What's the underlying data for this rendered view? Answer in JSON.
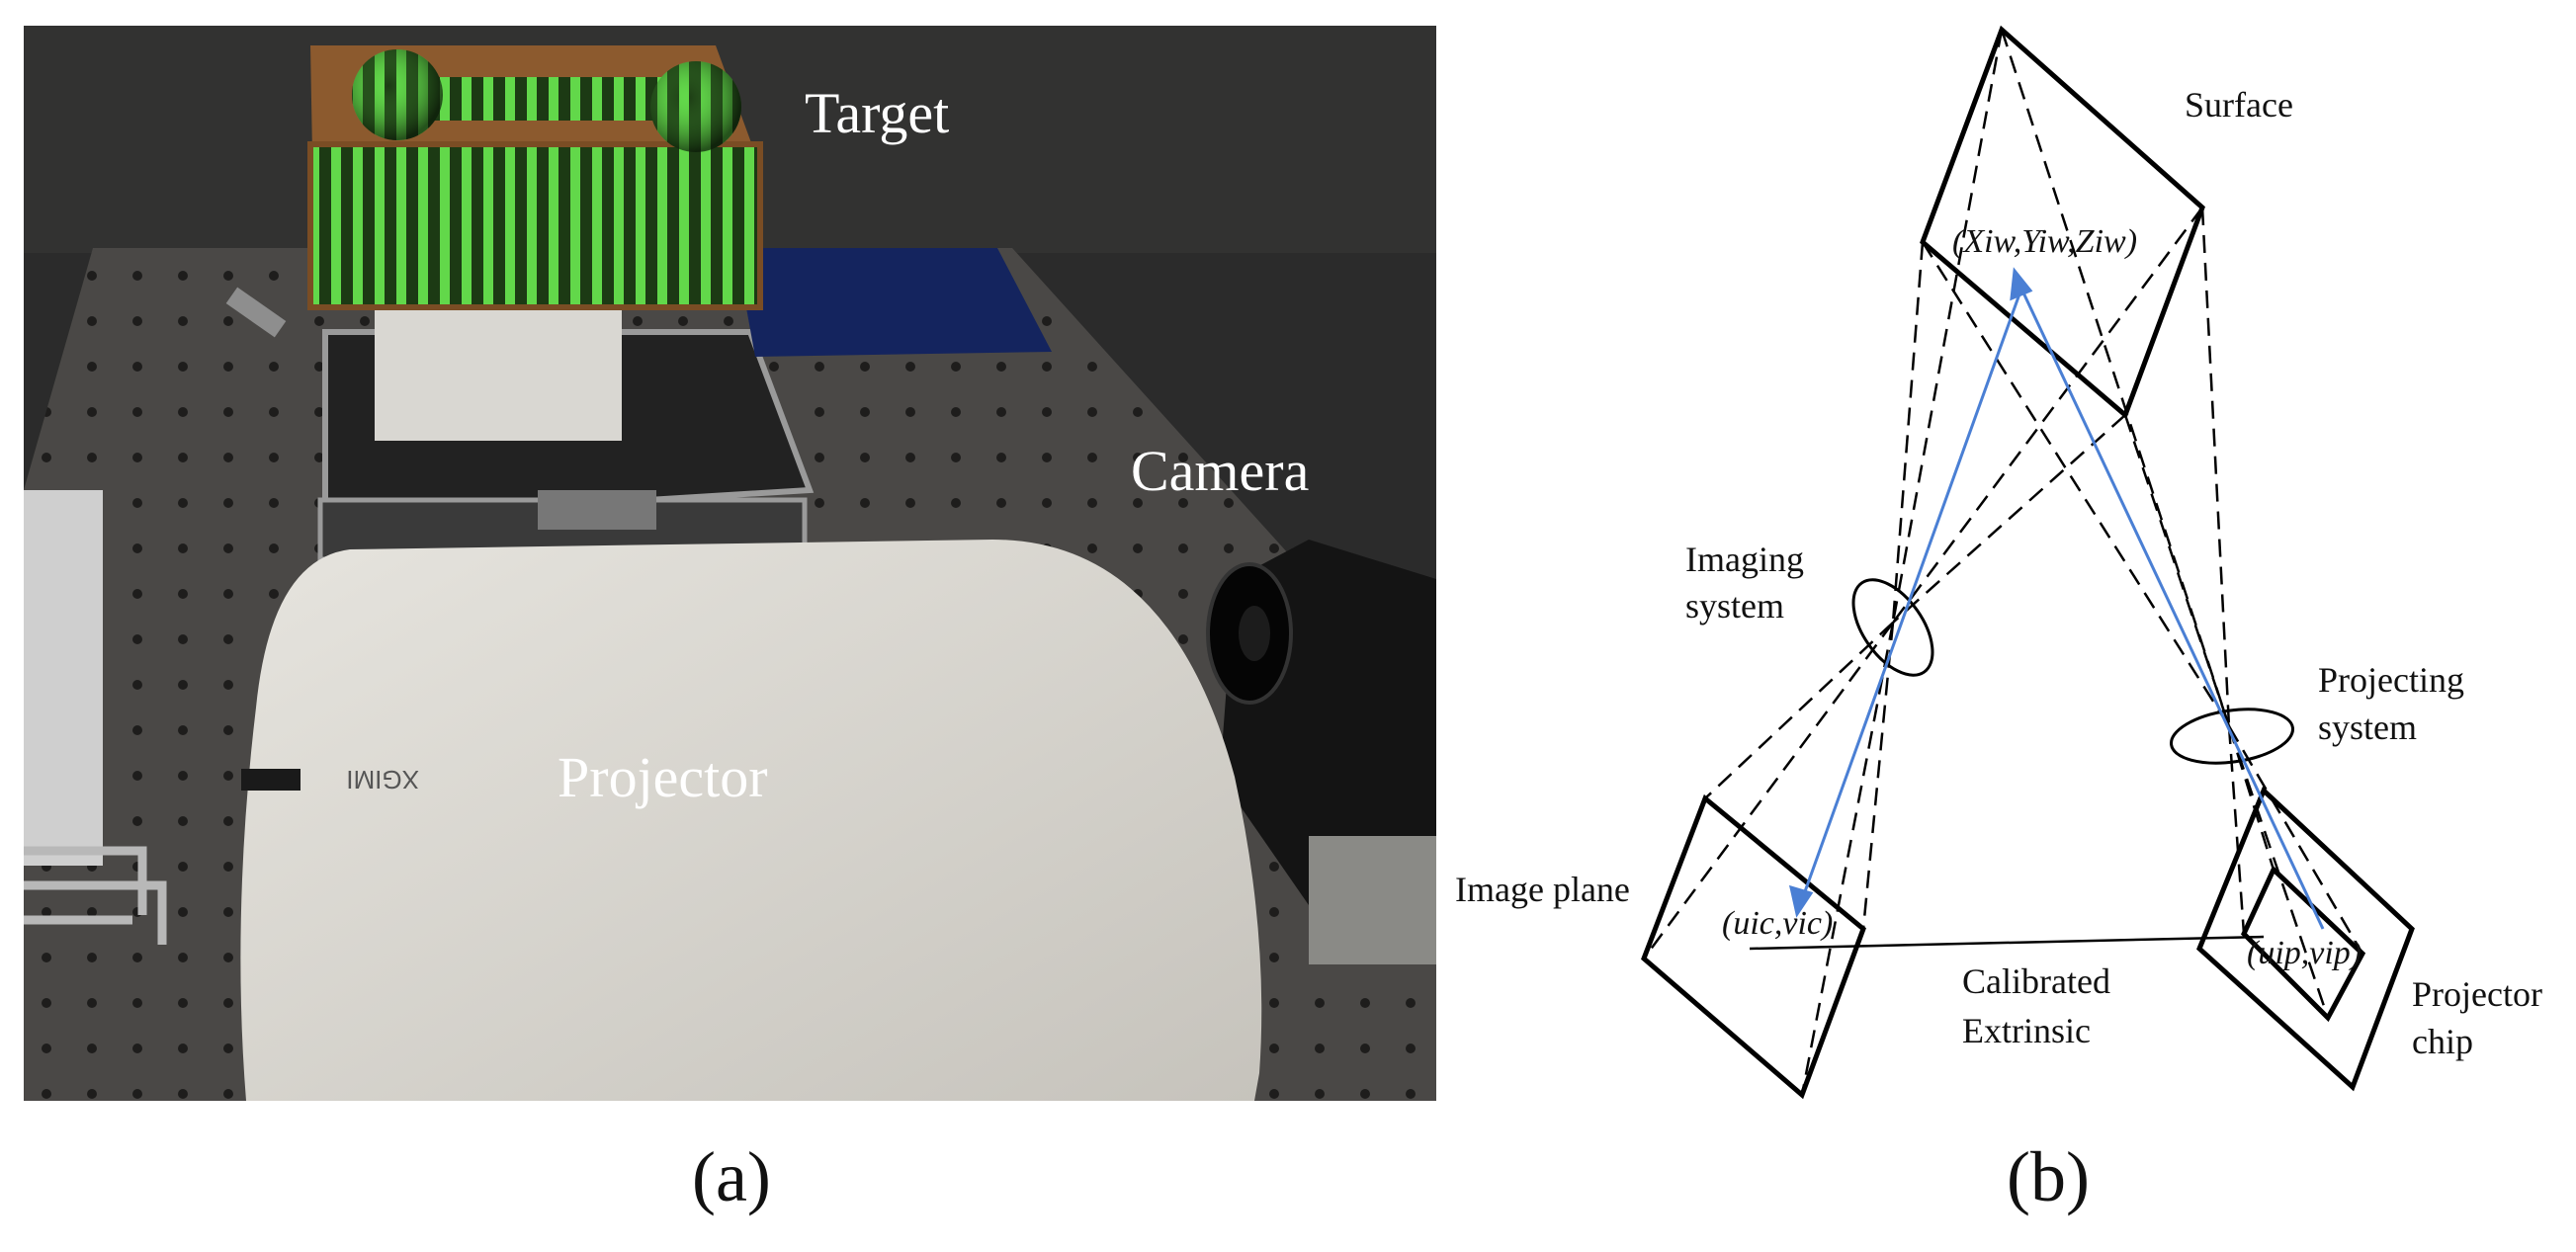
{
  "photo": {
    "labels": {
      "target": "Target",
      "camera": "Camera",
      "projector": "Projector",
      "projector_brand": "XGIMI"
    },
    "colors": {
      "background": "#2b2b2b",
      "fringe": "#62d84a",
      "projector_body": "#d8d6d0",
      "table": "#4a4846"
    }
  },
  "diagram": {
    "labels": {
      "surface": "Surface",
      "world_point": "(Xiw,Yiw,Ziw)",
      "imaging_system_1": "Imaging",
      "imaging_system_2": "system",
      "projecting_system_1": "Projecting",
      "projecting_system_2": "system",
      "image_plane": "Image plane",
      "camera_point": "(uic,vic)",
      "projector_point": "(uip,vip)",
      "calibrated_1": "Calibrated",
      "calibrated_2": "Extrinsic",
      "projector_chip_1": "Projector",
      "projector_chip_2": "chip"
    },
    "colors": {
      "ray": "#4a7fd4",
      "line": "#000000"
    }
  },
  "captions": {
    "a": "(a)",
    "b": "(b)"
  }
}
